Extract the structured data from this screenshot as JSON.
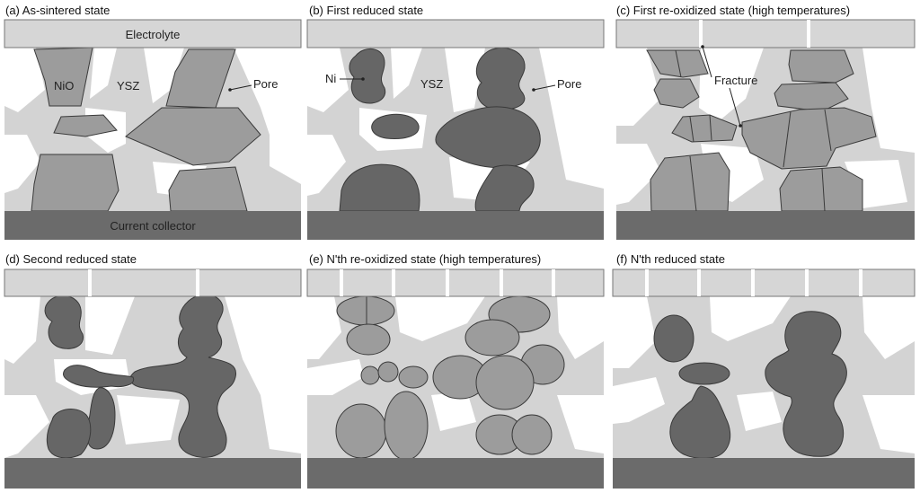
{
  "colors": {
    "ysz": "#d3d3d3",
    "pore": "#ffffff",
    "nio": "#9c9c9c",
    "ni": "#666666",
    "collector": "#6b6b6b",
    "electrolyte": "#d6d6d6",
    "outline": "#3a3a3a"
  },
  "panels": [
    {
      "title": "(a) As-sintered state"
    },
    {
      "title": "(b) First reduced state"
    },
    {
      "title": "(c) First re-oxidized state (high temperatures)"
    },
    {
      "title": "(d) Second reduced state"
    },
    {
      "title": "(e) N'th re-oxidized state (high temperatures)"
    },
    {
      "title": "(f) N'th reduced state"
    }
  ],
  "labels": {
    "electrolyte": "Electrolyte",
    "current_collector": "Current collector",
    "nio": "NiO",
    "ysz": "YSZ",
    "pore": "Pore",
    "ni": "Ni",
    "fracture": "Fracture"
  }
}
